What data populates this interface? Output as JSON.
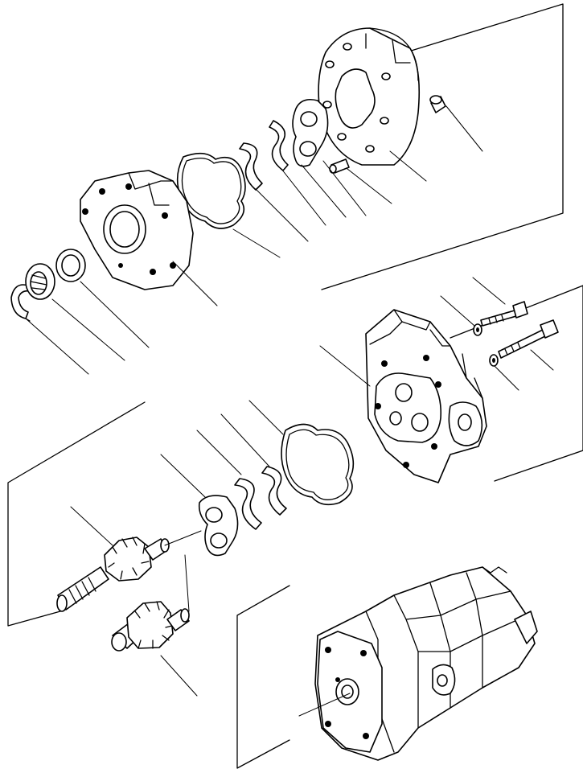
{
  "drawing": {
    "background": "#ffffff",
    "ink": "#000000",
    "parts": [
      "rear-cover",
      "rear-dowel-pin",
      "pin-short",
      "side-plate-rear",
      "seal-backup-rear",
      "seal-rear",
      "o-ring-rear",
      "front-cover",
      "snap-ring",
      "oil-seal",
      "seal-retainer-ring",
      "mounting-bolt",
      "washer",
      "gear-case",
      "o-ring-front",
      "seal-front",
      "seal-backup-front",
      "side-plate-front",
      "drive-gear-shaft",
      "driven-gear",
      "pump-assembly"
    ]
  }
}
